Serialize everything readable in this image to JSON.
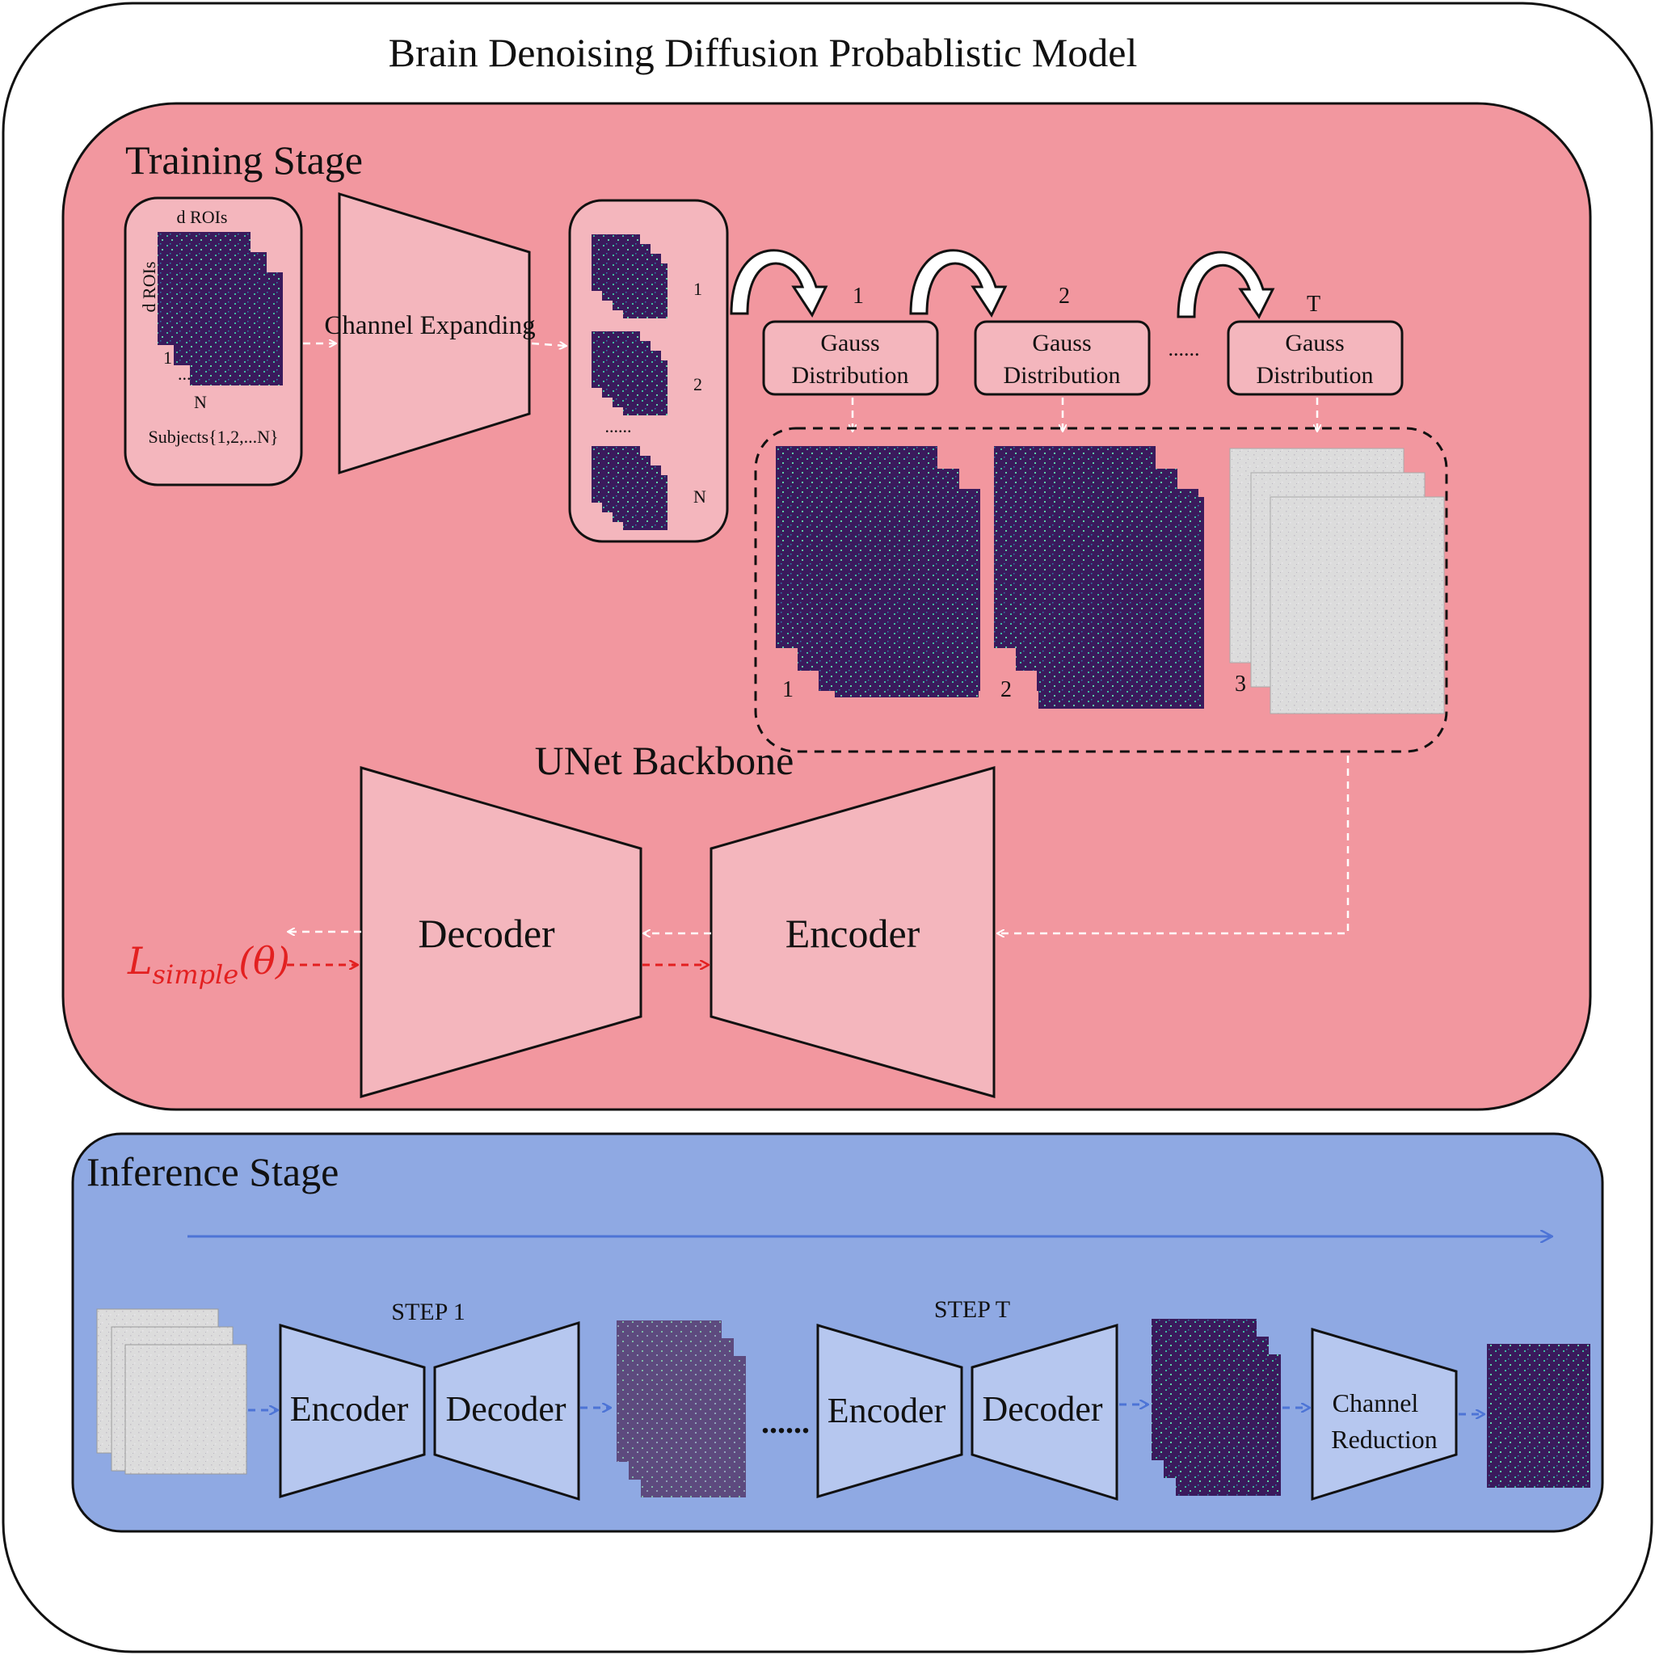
{
  "title": "Brain Denoising Diffusion Probablistic Model",
  "training": {
    "label": "Training Stage",
    "input": {
      "top_label": "d ROIs",
      "side_label": "d ROIs",
      "idx_first": "1",
      "idx_dots": "...",
      "idx_last": "N",
      "subjects": "Subjects{1,2,...N}"
    },
    "channel_expanding": "Channel Expanding",
    "expanded_labels": [
      "1",
      "2",
      "......",
      "N"
    ],
    "steps": [
      {
        "index": "1",
        "label_line1": "Gauss",
        "label_line2": "Distribution"
      },
      {
        "index": "2",
        "label_line1": "Gauss",
        "label_line2": "Distribution"
      },
      {
        "index": "T",
        "label_line1": "Gauss",
        "label_line2": "Distribution"
      }
    ],
    "steps_ellipsis": "......",
    "noisy_labels": [
      "1",
      "2",
      "3"
    ],
    "unet_label": "UNet Backbone",
    "decoder": "Decoder",
    "encoder": "Encoder",
    "loss_main": "L",
    "loss_sub": "simple",
    "loss_arg": "(θ)"
  },
  "inference": {
    "label": "Inference Stage",
    "step1": "STEP 1",
    "stepT": "STEP T",
    "encoder": "Encoder",
    "decoder": "Decoder",
    "ellipsis": "......",
    "channel_reduction_line1": "Channel",
    "channel_reduction_line2": "Reduction"
  },
  "colors": {
    "training_bg": "#f2979f",
    "training_block": "#f4b6bd",
    "inference_bg": "#8fa9e3",
    "inference_block": "#b6c7ef",
    "matrix": "#3a1a5c",
    "matrix_dots": "#3fb8a0",
    "loss": "#e32020",
    "inference_arrow": "#4d74d6"
  }
}
